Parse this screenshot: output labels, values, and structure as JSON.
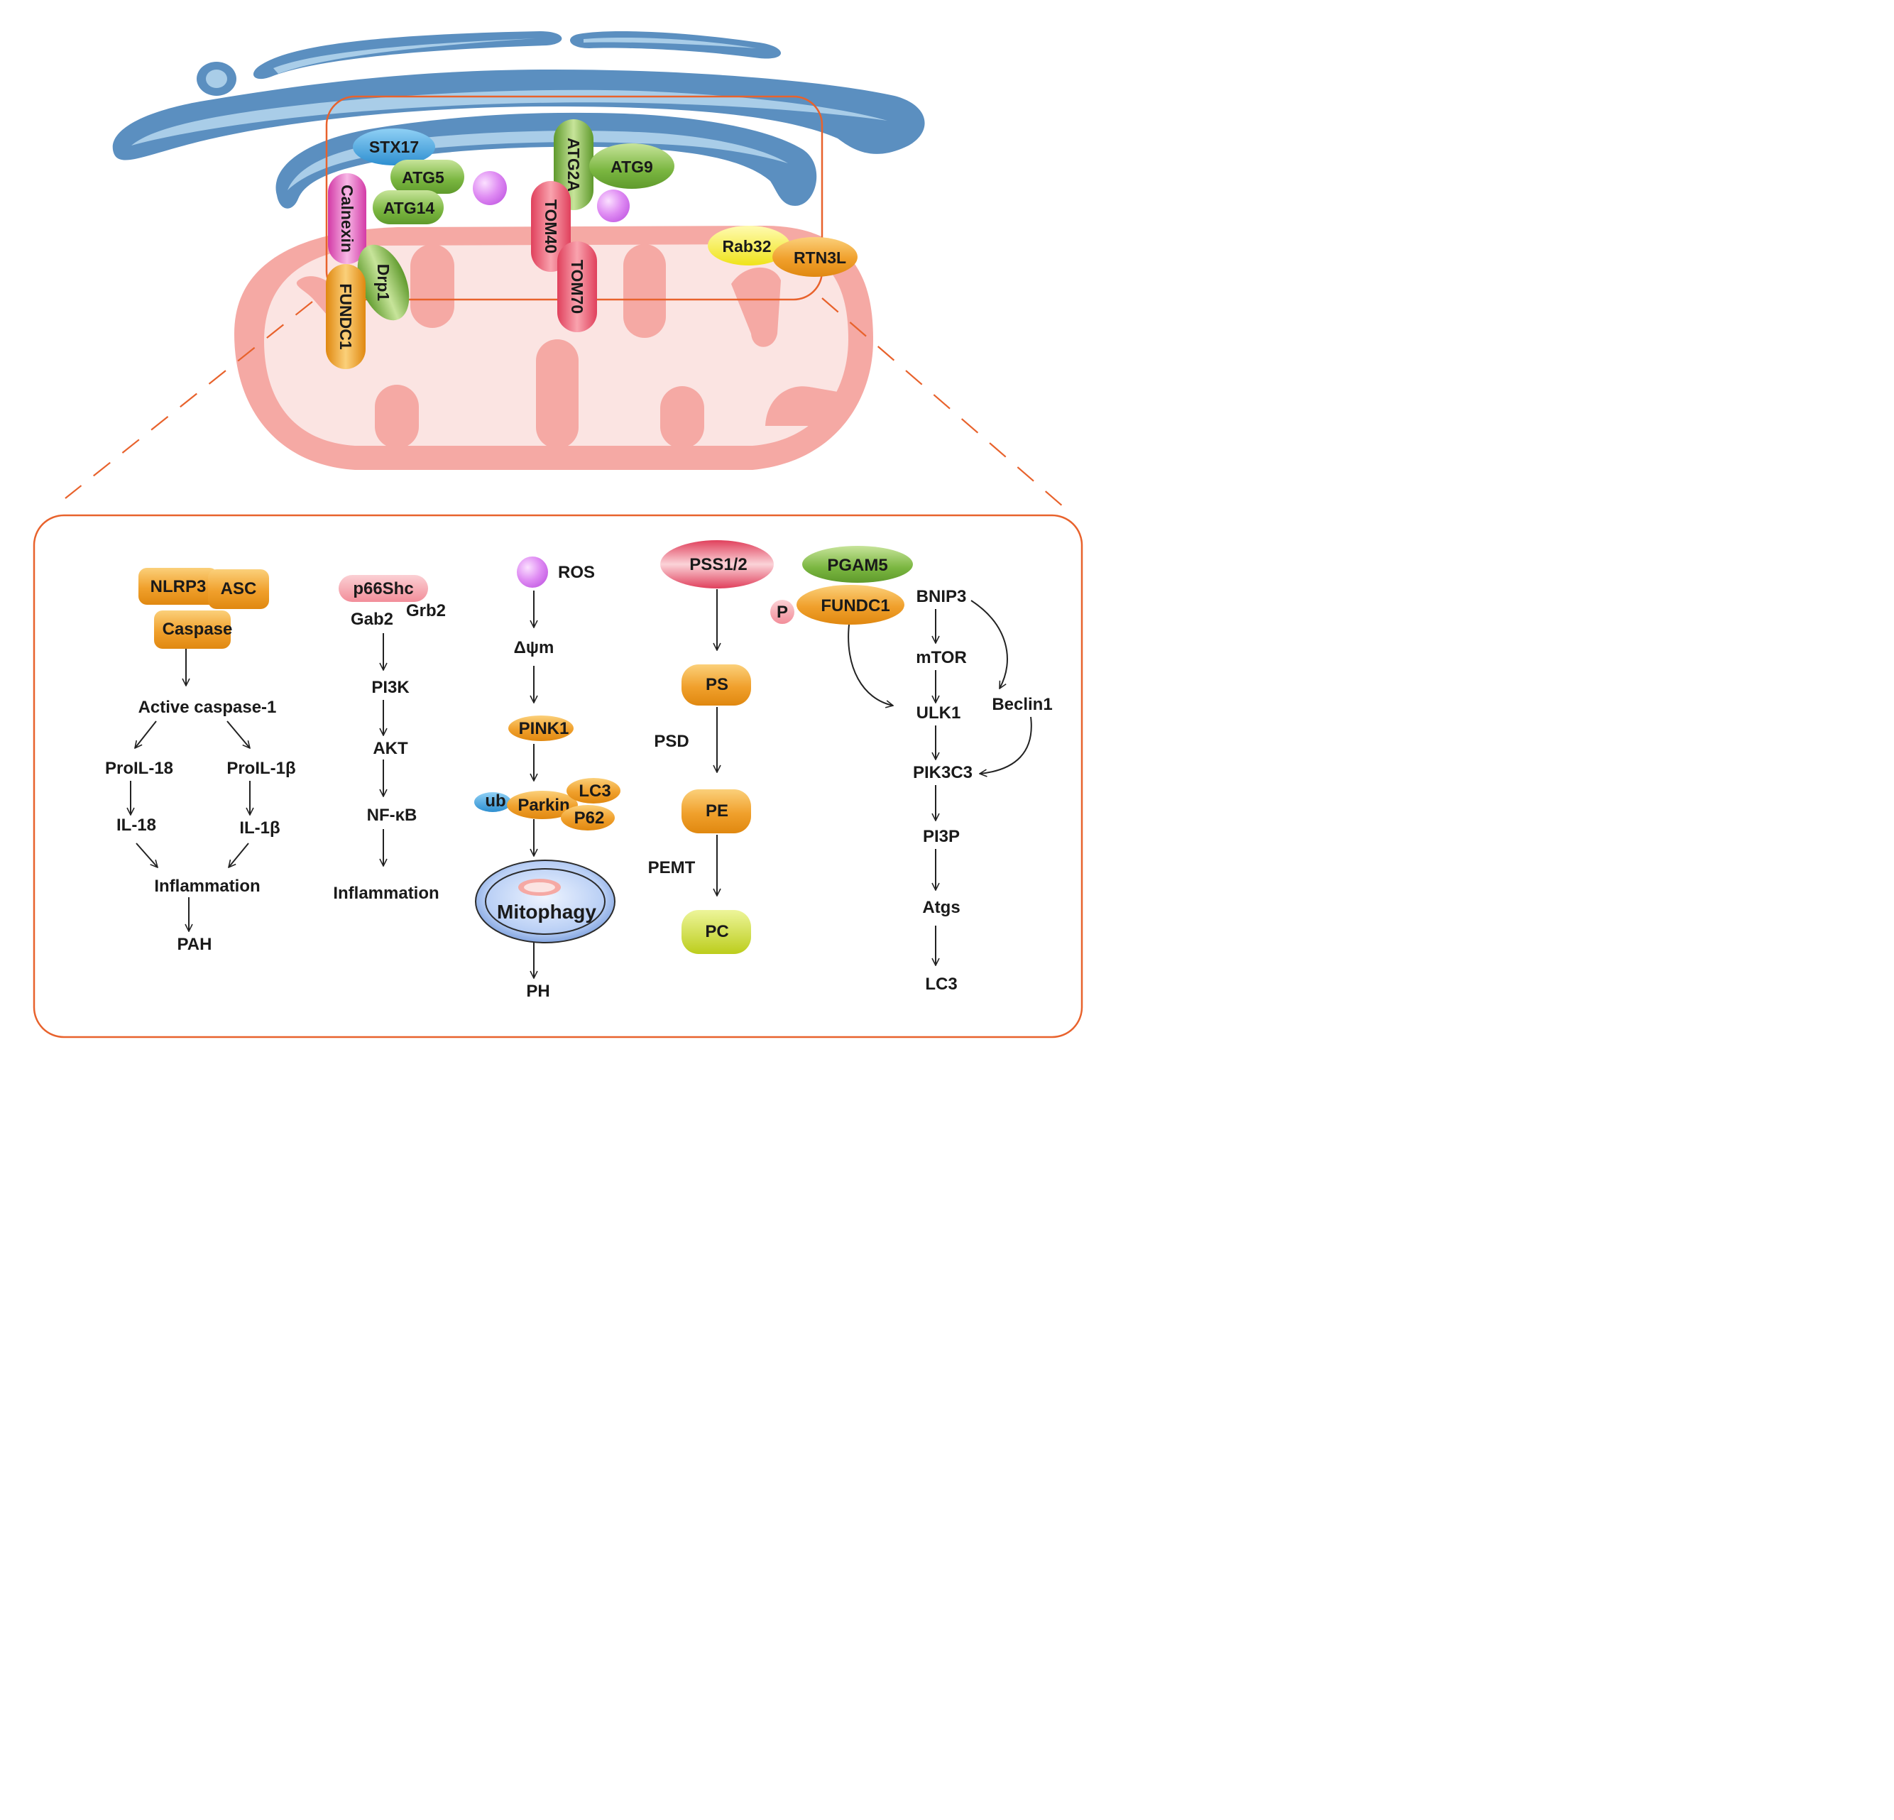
{
  "colors": {
    "er_fill": "#5b8fc0",
    "er_highlight": "#a9cde8",
    "mito_outer": "#f5a9a4",
    "mito_inner": "#fbe4e2",
    "frame": "#e8622c",
    "orange": "#f0a02c",
    "green": "#7ab640",
    "pink_magenta": "#e24fb9",
    "red_pink": "#e8566b",
    "blue_pill": "#3a9fd6",
    "yellow": "#f3ef2b",
    "yellow_green": "#c9d82a",
    "ros_violet": "#d77ef0"
  },
  "mam": {
    "proteins": [
      "STX17",
      "ATG5",
      "ATG14",
      "Calnexin",
      "Drp1",
      "FUNDC1",
      "ATG2A",
      "ATG9",
      "TOM40",
      "TOM70",
      "Rab32",
      "RTN3L"
    ]
  },
  "inflammasome": {
    "nlrp3": "NLRP3",
    "asc": "ASC",
    "caspase": "Caspase",
    "active": "Active caspase-1",
    "pro18": "ProIL-18",
    "pro1b": "ProIL-1β",
    "il18": "IL-18",
    "il1b": "IL-1β",
    "inflammation": "Inflammation",
    "pah": "PAH"
  },
  "p66": {
    "p66shc": "p66Shc",
    "gab2": "Gab2",
    "grb2": "Grb2",
    "pi3k": "PI3K",
    "akt": "AKT",
    "nfkb": "NF-κB",
    "inflammation": "Inflammation"
  },
  "mitophagy": {
    "ros": "ROS",
    "dpsi": "Δψm",
    "pink1": "PINK1",
    "ub": "ub",
    "parkin": "Parkin",
    "lc3": "LC3",
    "p62": "P62",
    "mitophagy": "Mitophagy",
    "ph": "PH"
  },
  "lipid": {
    "pss": "PSS1/2",
    "ps": "PS",
    "psd": "PSD",
    "pe": "PE",
    "pemt": "PEMT",
    "pc": "PC"
  },
  "autophagy": {
    "pgam5": "PGAM5",
    "p": "P",
    "fundc1": "FUNDC1",
    "bnip3": "BNIP3",
    "mtor": "mTOR",
    "ulk1": "ULK1",
    "beclin1": "Beclin1",
    "pik3c3": "PIK3C3",
    "pi3p": "PI3P",
    "atgs": "Atgs",
    "lc3": "LC3"
  }
}
